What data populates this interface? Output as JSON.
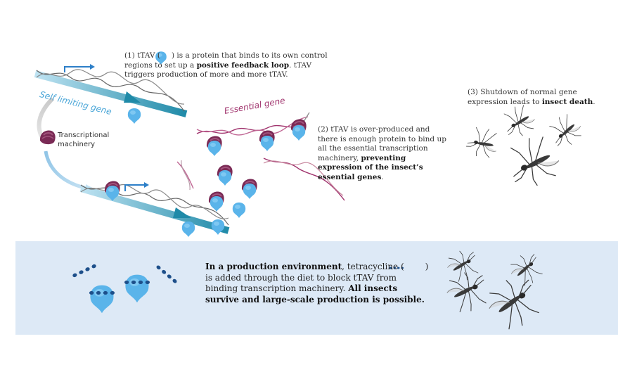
{
  "labels": {
    "self_limiting_gene": "Self limiting gene",
    "essential_gene": "Essential gene",
    "transcriptional": "Transcriptional",
    "machinery": "machinery"
  },
  "step1": {
    "t1": "(1) tTAV (",
    "t2": ") is a protein that binds to its own control regions to set up a ",
    "b1": "positive feedback loop",
    "t3": ". tTAV triggers production of more and more tTAV."
  },
  "step2": {
    "t1": "(2) tTAV is over-produced and there is enough protein to bind up all the essential transcription machinery, ",
    "b1": "preventing expression of the insect’s essential genes",
    "t2": "."
  },
  "step3": {
    "t1": "(3) Shutdown of normal gene expression leads to ",
    "b1": "insect death",
    "t2": "."
  },
  "production": {
    "b1": "In a production environment",
    "t1": ", tetracycline (",
    "t2": ") is added through the diet to block tTAV from binding transcription machinery. ",
    "b2": "All insects survive and large-scale production is possible."
  },
  "colors": {
    "panel": "#dde9f6",
    "ttav": "#5ab4ea",
    "machinery": "#7a2a55",
    "self_gene_arrow": "#2d8fb0",
    "essential_dna": "#a0336d",
    "tetracycline": "#1d4f8a"
  }
}
